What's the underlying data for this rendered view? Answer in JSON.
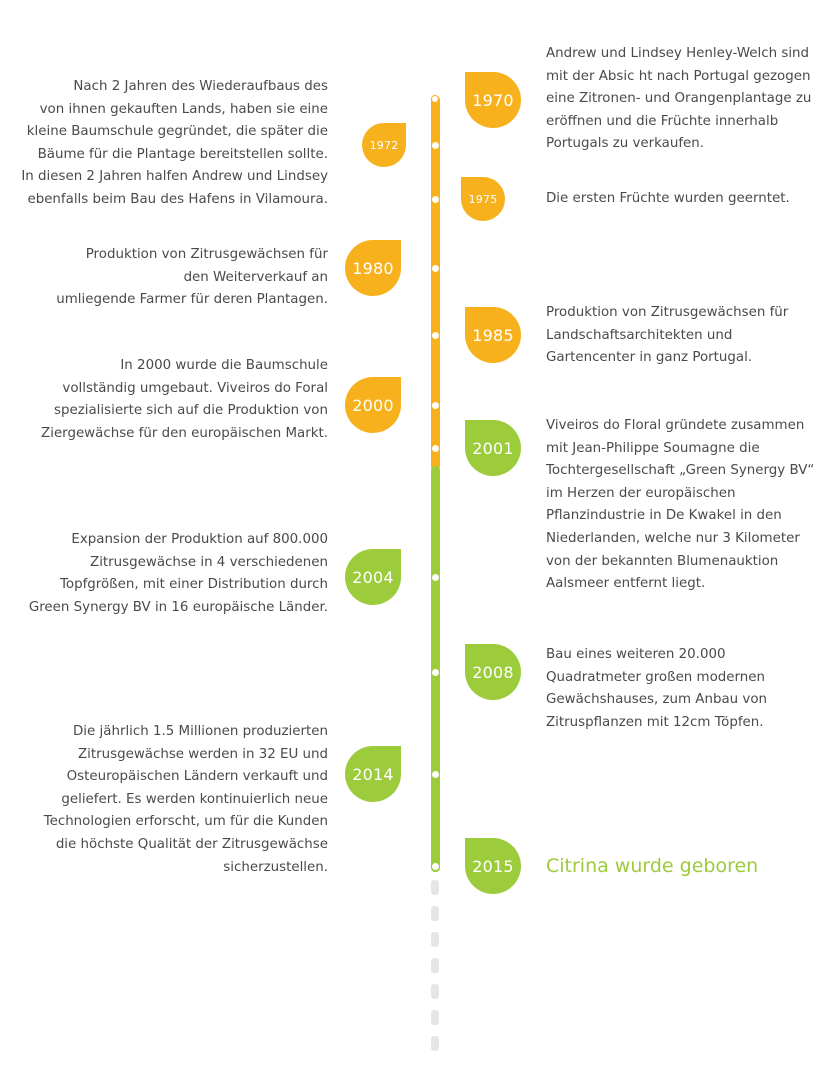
{
  "colors": {
    "orange": "#f7b11c",
    "green": "#9ccb3b",
    "text": "#4a4a4a",
    "dashes": "#e6e6e6"
  },
  "events": [
    {
      "year": "1970",
      "text": "Andrew und Lindsey Henley-Welch sind\nmit der Absic ht nach Portugal gezogen\neine Zitronen- und Orangenplantage zu\neröffnen und die Früchte innerhalb\nPortugals zu verkaufen."
    },
    {
      "year": "1972",
      "text": "Nach 2 Jahren des Wiederaufbaus des\nvon ihnen gekauften Lands, haben sie eine\nkleine Baumschule gegründet, die später die\nBäume für die Plantage bereitstellen sollte.\nIn diesen 2 Jahren halfen Andrew und Lindsey\nebenfalls beim Bau des Hafens in Vilamoura."
    },
    {
      "year": "1975",
      "text": "Die ersten Früchte wurden geerntet."
    },
    {
      "year": "1980",
      "text": "Produktion von Zitrusgewächsen für\nden Weiterverkauf an\numliegende Farmer für deren Plantagen."
    },
    {
      "year": "1985",
      "text": "Produktion von Zitrusgewächsen für\nLandschaftsarchitekten und\nGartencenter in ganz Portugal."
    },
    {
      "year": "2000",
      "text": "In 2000 wurde die Baumschule\nvollständig umgebaut. Viveiros do Foral\nspezialisierte sich auf die Produktion von\nZiergewächse für den europäischen Markt."
    },
    {
      "year": "2001",
      "text": "Viveiros do Floral gründete zusammen\nmit Jean-Philippe Soumagne die\nTochtergesellschaft „Green Synergy BV“\nim Herzen der europäischen\nPflanzindustrie in De Kwakel in den\nNiederlanden, welche nur 3 Kilometer\nvon der bekannten Blumenauktion\nAalsmeer entfernt liegt."
    },
    {
      "year": "2004",
      "text": "Expansion der Produktion auf 800.000\nZitrusgewächse in 4 verschiedenen\nTopfgrößen, mit einer Distribution durch\nGreen Synergy BV in 16 europäische Länder."
    },
    {
      "year": "2008",
      "text": "Bau eines weiteren 20.000\nQuadratmeter großen modernen\nGewächshauses, zum Anbau von\nZitruspflanzen mit 12cm Töpfen."
    },
    {
      "year": "2014",
      "text": "Die jährlich 1.5 Millionen produzierten\nZitrusgewächse werden in 32 EU und\nOsteuropäischen Ländern  verkauft und\ngeliefert. Es werden kontinuierlich neue\nTechnologien erforscht, um für die Kunden\ndie höchste Qualität der Zitrusgewächse\nsicherzustellen."
    },
    {
      "year": "2015",
      "text": "Citrina wurde geboren"
    }
  ]
}
